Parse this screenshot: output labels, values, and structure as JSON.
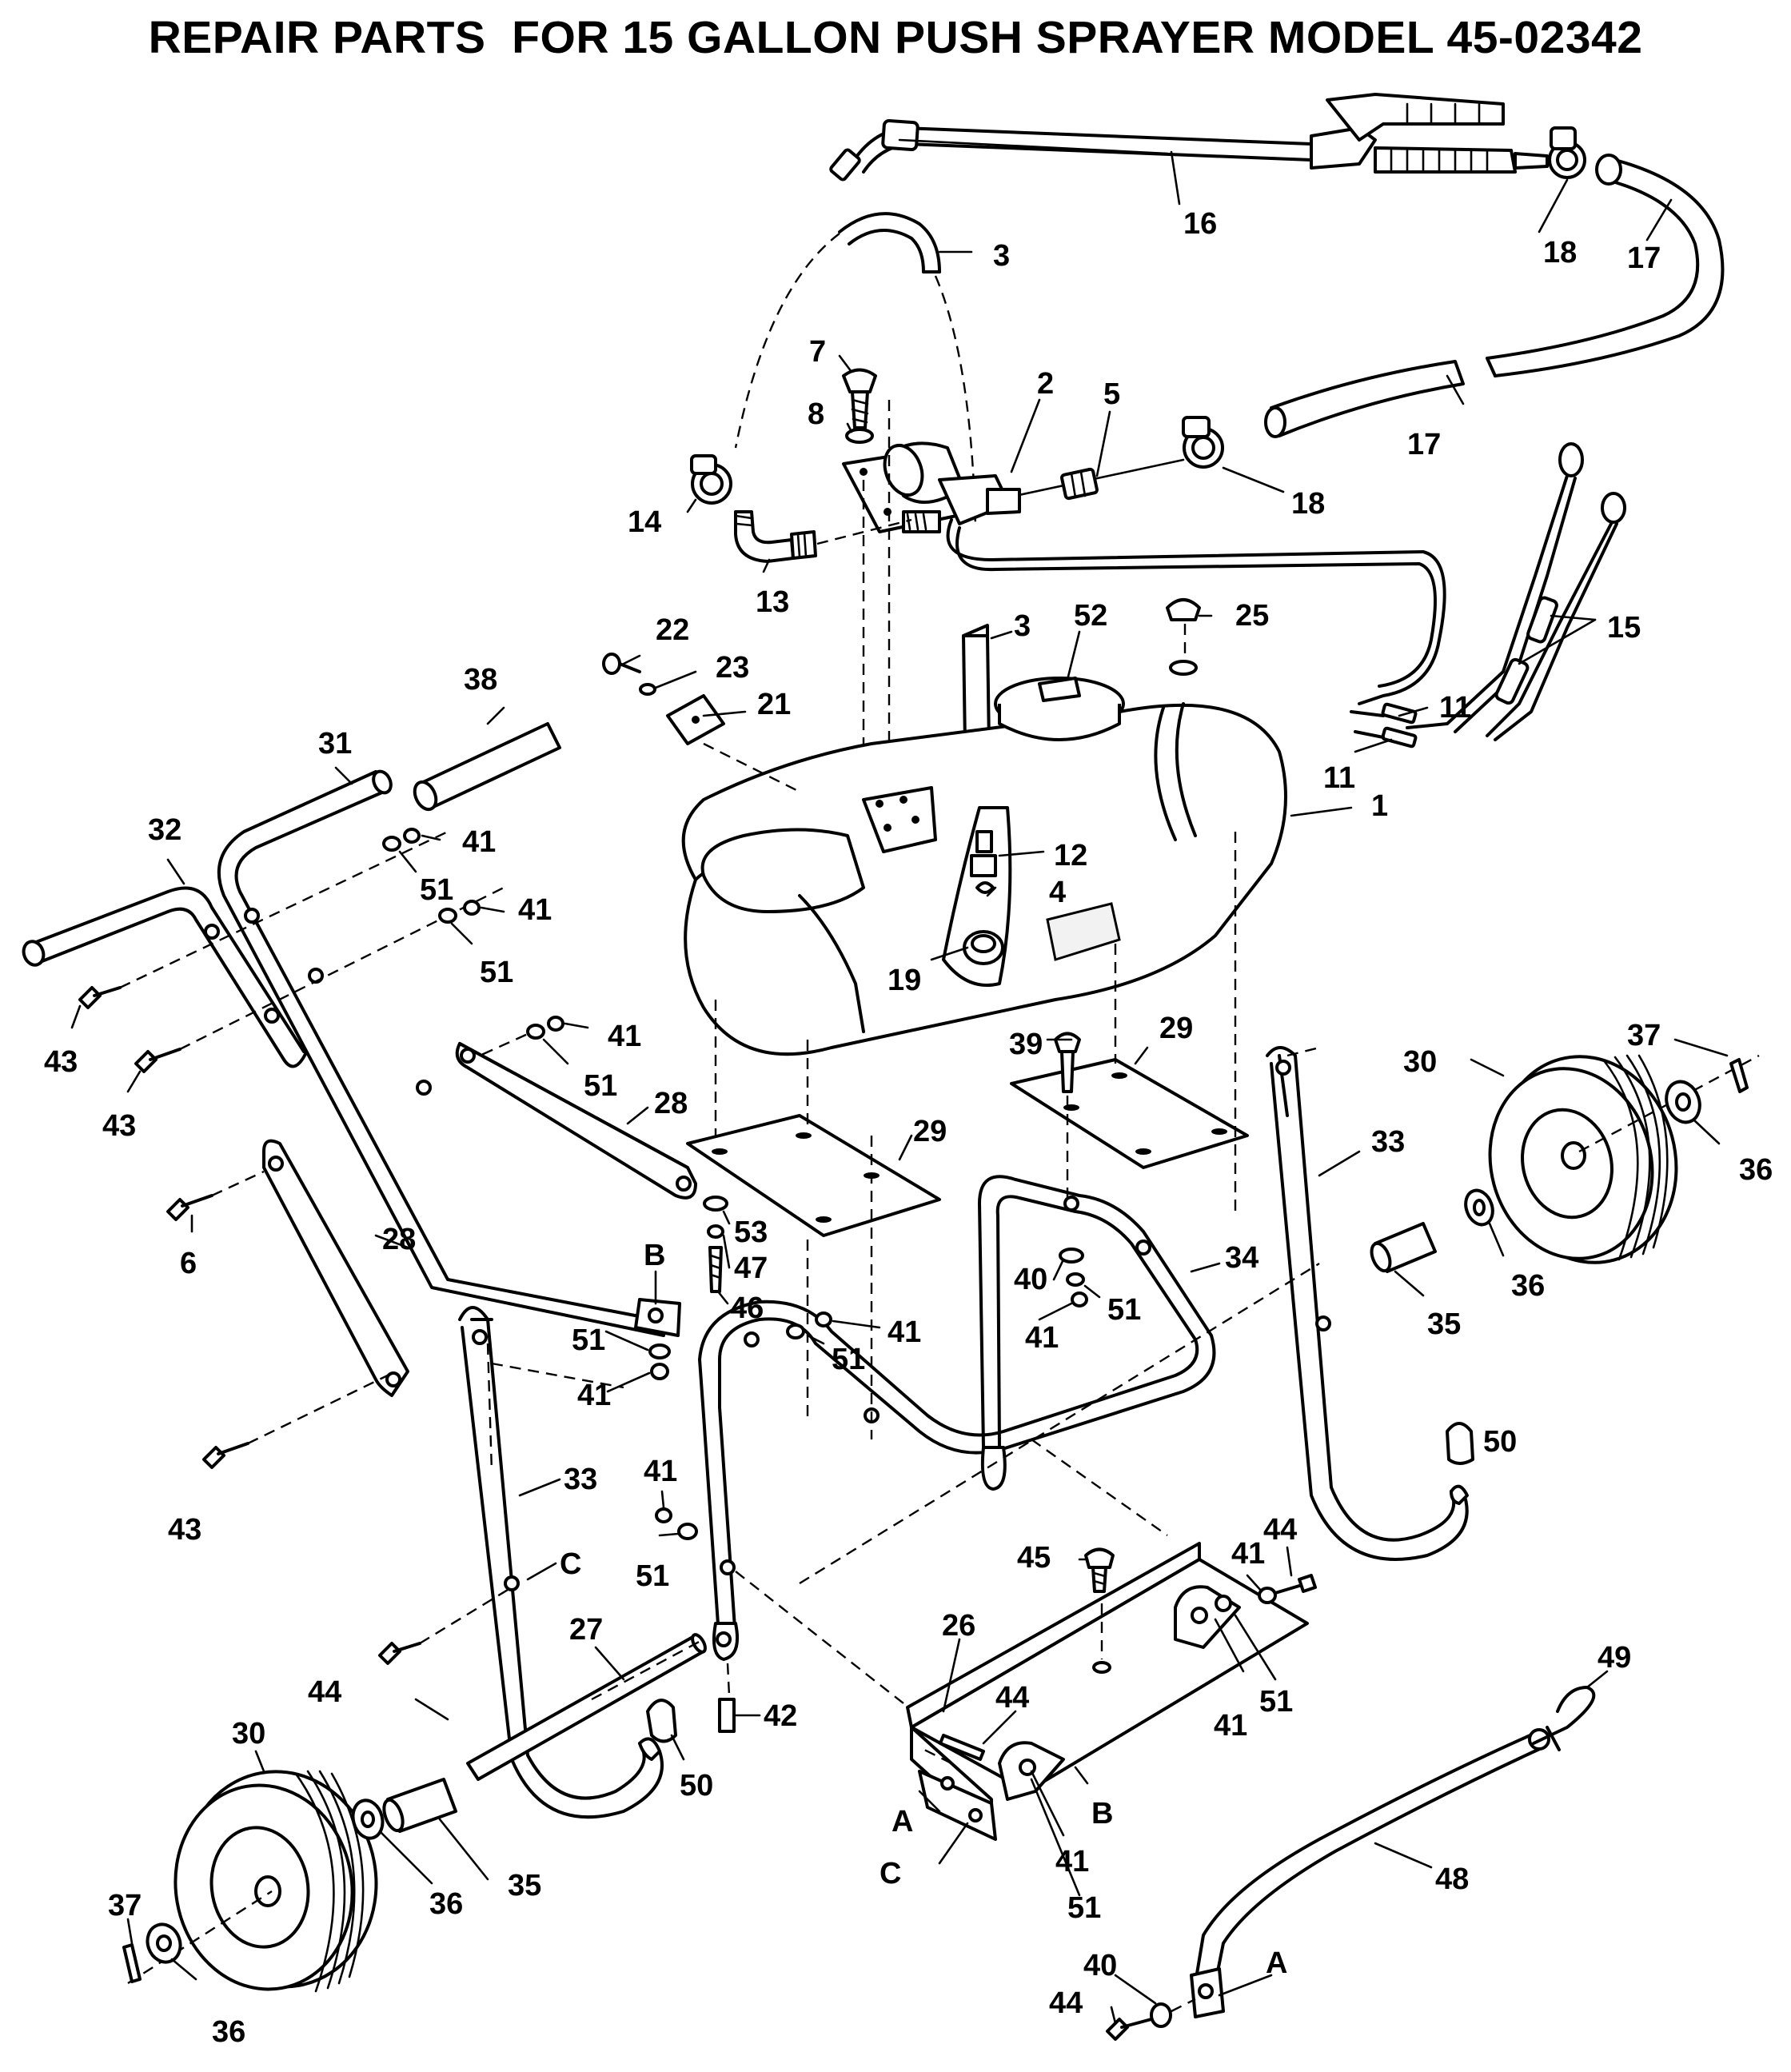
{
  "title": "REPAIR PARTS  FOR 15 GALLON PUSH SPRAYER MODEL 45-02342",
  "callouts": [
    {
      "id": "16",
      "text": "16"
    },
    {
      "id": "18a",
      "text": "18"
    },
    {
      "id": "17a",
      "text": "17"
    },
    {
      "id": "3a",
      "text": "3"
    },
    {
      "id": "7",
      "text": "7"
    },
    {
      "id": "2",
      "text": "2"
    },
    {
      "id": "5",
      "text": "5"
    },
    {
      "id": "8",
      "text": "8"
    },
    {
      "id": "17b",
      "text": "17"
    },
    {
      "id": "18b",
      "text": "18"
    },
    {
      "id": "14",
      "text": "14"
    },
    {
      "id": "13",
      "text": "13"
    },
    {
      "id": "3b",
      "text": "3"
    },
    {
      "id": "52",
      "text": "52"
    },
    {
      "id": "25",
      "text": "25"
    },
    {
      "id": "15",
      "text": "15"
    },
    {
      "id": "22",
      "text": "22"
    },
    {
      "id": "23",
      "text": "23"
    },
    {
      "id": "21",
      "text": "21"
    },
    {
      "id": "11a",
      "text": "11"
    },
    {
      "id": "11b",
      "text": "11"
    },
    {
      "id": "38",
      "text": "38"
    },
    {
      "id": "31",
      "text": "31"
    },
    {
      "id": "1",
      "text": "1"
    },
    {
      "id": "12",
      "text": "12"
    },
    {
      "id": "32",
      "text": "32"
    },
    {
      "id": "41a",
      "text": "41"
    },
    {
      "id": "51a",
      "text": "51"
    },
    {
      "id": "41b",
      "text": "41"
    },
    {
      "id": "4",
      "text": "4"
    },
    {
      "id": "51b",
      "text": "51"
    },
    {
      "id": "19",
      "text": "19"
    },
    {
      "id": "43a",
      "text": "43"
    },
    {
      "id": "41c",
      "text": "41"
    },
    {
      "id": "37a",
      "text": "37"
    },
    {
      "id": "39",
      "text": "39"
    },
    {
      "id": "29a",
      "text": "29"
    },
    {
      "id": "30a",
      "text": "30"
    },
    {
      "id": "51c",
      "text": "51"
    },
    {
      "id": "43b",
      "text": "43"
    },
    {
      "id": "28a",
      "text": "28"
    },
    {
      "id": "29b",
      "text": "29"
    },
    {
      "id": "33a",
      "text": "33"
    },
    {
      "id": "36a",
      "text": "36"
    },
    {
      "id": "6",
      "text": "6"
    },
    {
      "id": "53",
      "text": "53"
    },
    {
      "id": "28b",
      "text": "28"
    },
    {
      "id": "47",
      "text": "47"
    },
    {
      "id": "B1",
      "text": "B"
    },
    {
      "id": "34",
      "text": "34"
    },
    {
      "id": "40a",
      "text": "40"
    },
    {
      "id": "51d",
      "text": "51"
    },
    {
      "id": "36b",
      "text": "36"
    },
    {
      "id": "46",
      "text": "46"
    },
    {
      "id": "51e",
      "text": "51"
    },
    {
      "id": "41d",
      "text": "41"
    },
    {
      "id": "41e",
      "text": "41"
    },
    {
      "id": "35a",
      "text": "35"
    },
    {
      "id": "51f",
      "text": "51"
    },
    {
      "id": "41f",
      "text": "41"
    },
    {
      "id": "50a",
      "text": "50"
    },
    {
      "id": "41g",
      "text": "41"
    },
    {
      "id": "33b",
      "text": "33"
    },
    {
      "id": "43c",
      "text": "43"
    },
    {
      "id": "44a",
      "text": "44"
    },
    {
      "id": "45",
      "text": "45"
    },
    {
      "id": "41h",
      "text": "41"
    },
    {
      "id": "C1",
      "text": "C"
    },
    {
      "id": "51g",
      "text": "51"
    },
    {
      "id": "26",
      "text": "26"
    },
    {
      "id": "27",
      "text": "27"
    },
    {
      "id": "51h",
      "text": "51"
    },
    {
      "id": "44b",
      "text": "44"
    },
    {
      "id": "41i",
      "text": "41"
    },
    {
      "id": "49",
      "text": "49"
    },
    {
      "id": "44c",
      "text": "44"
    },
    {
      "id": "42",
      "text": "42"
    },
    {
      "id": "30b",
      "text": "30"
    },
    {
      "id": "50b",
      "text": "50"
    },
    {
      "id": "A1",
      "text": "A"
    },
    {
      "id": "B2",
      "text": "B"
    },
    {
      "id": "C2",
      "text": "C"
    },
    {
      "id": "41j",
      "text": "41"
    },
    {
      "id": "48",
      "text": "48"
    },
    {
      "id": "37b",
      "text": "37"
    },
    {
      "id": "36c",
      "text": "36"
    },
    {
      "id": "35b",
      "text": "35"
    },
    {
      "id": "51i",
      "text": "51"
    },
    {
      "id": "40b",
      "text": "40"
    },
    {
      "id": "A2",
      "text": "A"
    },
    {
      "id": "44d",
      "text": "44"
    },
    {
      "id": "36d",
      "text": "36"
    }
  ]
}
